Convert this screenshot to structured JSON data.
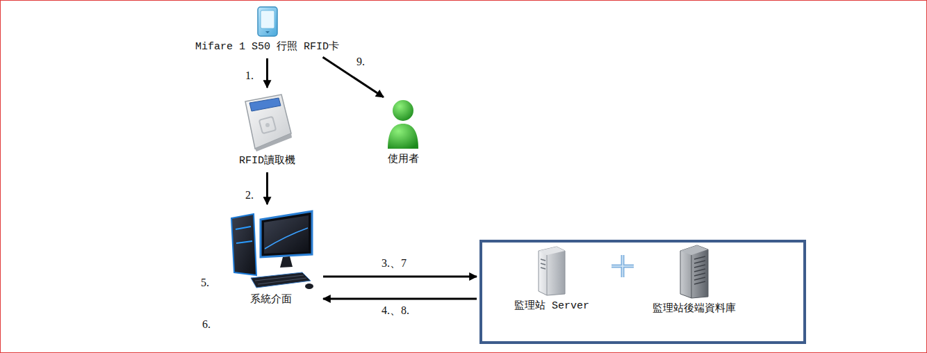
{
  "diagram": {
    "nodes": [
      {
        "text": [
          "Mifare 1 S50 行照 RFID卡"
        ]
      },
      {
        "text": [
          "RFID讀取機"
        ]
      },
      {
        "text": [
          "使用者"
        ]
      },
      {
        "text": [
          "系統介面"
        ]
      },
      {
        "text": []
      },
      {
        "text": [
          "監理站 Server"
        ],
        "in": 4
      },
      {
        "text": [
          "監理站後端資料庫"
        ],
        "in": 4
      }
    ],
    "edges": [
      {
        "from": 0,
        "to": 1,
        "arrow": "to",
        "label": "1."
      },
      {
        "from": 1,
        "to": 3,
        "arrow": "to",
        "label": "2."
      },
      {
        "from": 0,
        "to": 2,
        "arrow": "to",
        "label": "9."
      },
      {
        "from": 3,
        "to": 4,
        "arrow": "to",
        "label": "3.、7"
      },
      {
        "from": 4,
        "to": 3,
        "arrow": "to",
        "label": "4.、8."
      }
    ],
    "labels": [
      "5.",
      "6."
    ]
  }
}
